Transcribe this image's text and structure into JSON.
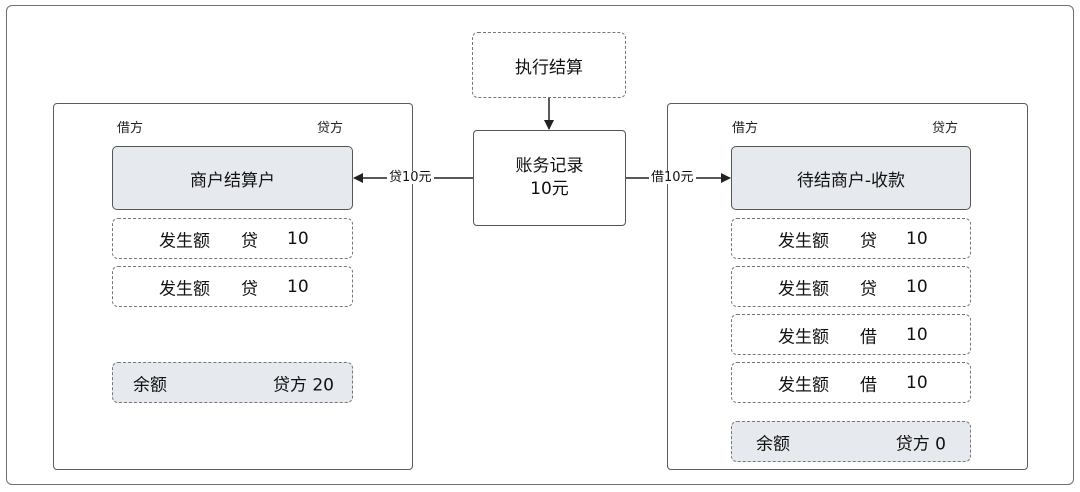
{
  "execute": {
    "label": "执行结算"
  },
  "center": {
    "line1": "账务记录",
    "line2": "10元"
  },
  "left_arrow_label": "贷10元",
  "right_arrow_label": "借10元",
  "left_account": {
    "debit_label": "借方",
    "credit_label": "贷方",
    "title": "商户结算户",
    "entries": [
      {
        "kind": "发生额",
        "side": "贷",
        "amount": "10"
      },
      {
        "kind": "发生额",
        "side": "贷",
        "amount": "10"
      }
    ],
    "balance": {
      "label": "余额",
      "value": "贷方 20"
    }
  },
  "right_account": {
    "debit_label": "借方",
    "credit_label": "贷方",
    "title": "待结商户-收款",
    "entries": [
      {
        "kind": "发生额",
        "side": "贷",
        "amount": "10"
      },
      {
        "kind": "发生额",
        "side": "贷",
        "amount": "10"
      },
      {
        "kind": "发生额",
        "side": "借",
        "amount": "10"
      },
      {
        "kind": "发生额",
        "side": "借",
        "amount": "10"
      }
    ],
    "balance": {
      "label": "余额",
      "value": "贷方 0"
    }
  }
}
